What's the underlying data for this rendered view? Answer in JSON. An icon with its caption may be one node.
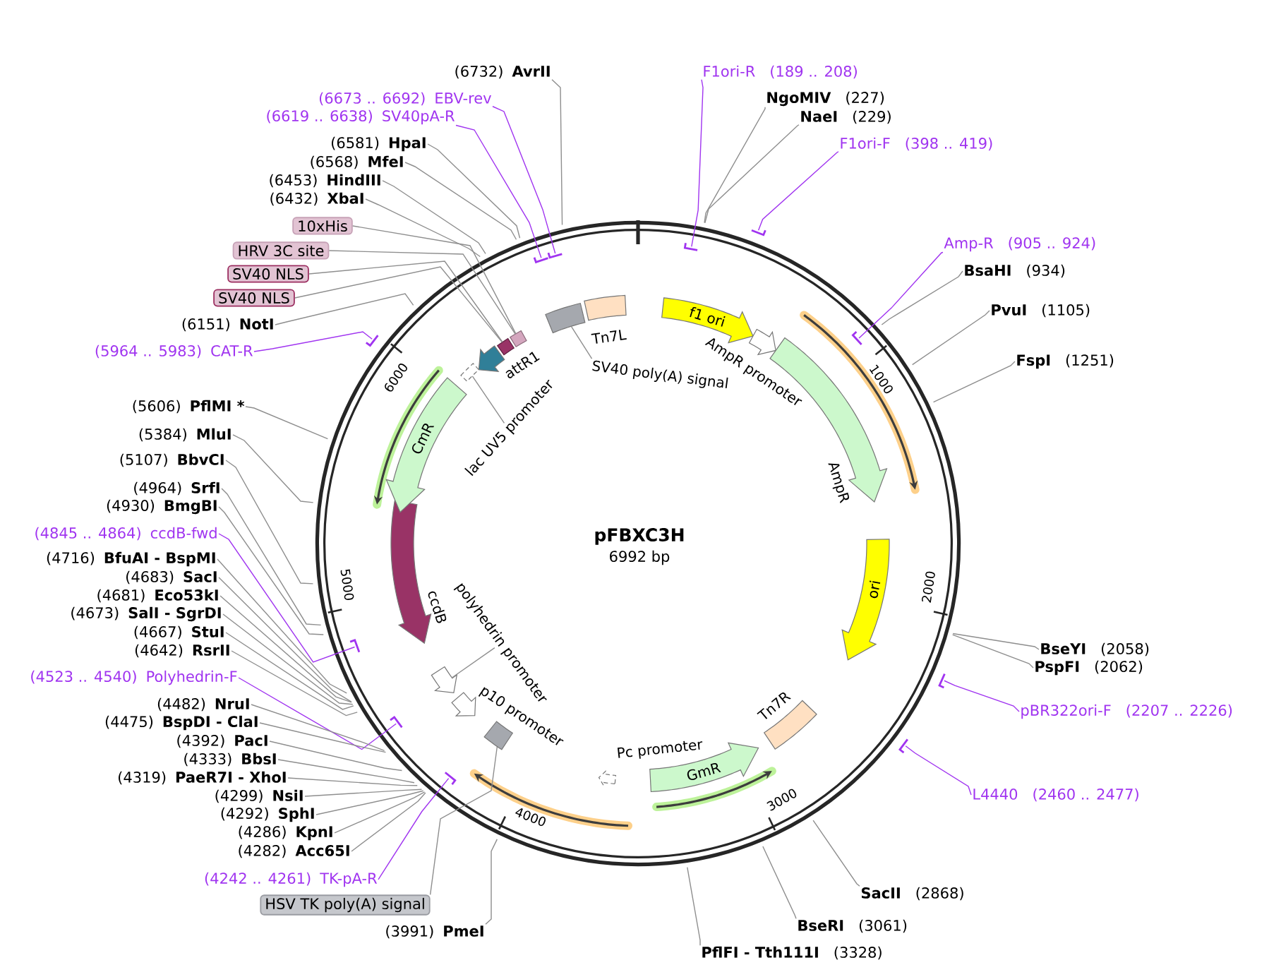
{
  "diagram": {
    "title": "pFBXC3H",
    "nodes": [
      {
        "text": [
          "(6732)",
          "AvrII"
        ]
      },
      {
        "text": [
          "(6673 .. 6692)",
          "EBV-rev"
        ]
      },
      {
        "text": [
          "(6619 .. 6638)",
          "SV40pA-R"
        ]
      },
      {
        "text": [
          "(6581)",
          "HpaI"
        ]
      },
      {
        "text": [
          "(6568)",
          "MfeI"
        ]
      },
      {
        "text": [
          "(6453)",
          "HindIII"
        ]
      },
      {
        "text": [
          "(6432)",
          "XbaI"
        ]
      },
      {
        "text": [
          "10xHis"
        ]
      },
      {
        "text": [
          "HRV 3C site"
        ]
      },
      {
        "text": [
          "SV40 NLS"
        ]
      },
      {
        "text": [
          "SV40 NLS"
        ]
      },
      {
        "text": [
          "(6151)",
          "NotI"
        ]
      },
      {
        "text": [
          "(5964 .. 5983)",
          "CAT-R"
        ]
      },
      {
        "text": [
          "(5606)",
          "PflMI *"
        ]
      },
      {
        "text": [
          "(5384)",
          "MluI"
        ]
      },
      {
        "text": [
          "(5107)",
          "BbvCI"
        ]
      },
      {
        "text": [
          "(4964)",
          "SrfI"
        ]
      },
      {
        "text": [
          "(4930)",
          "BmgBI"
        ]
      },
      {
        "text": [
          "(4845 .. 4864)",
          "ccdB-fwd"
        ]
      },
      {
        "text": [
          "(4716)",
          "BfuAI - BspMI"
        ]
      },
      {
        "text": [
          "(4683)",
          "SacI"
        ]
      },
      {
        "text": [
          "(4681)",
          "Eco53kI"
        ]
      },
      {
        "text": [
          "(4673)",
          "SalI - SgrDI"
        ]
      },
      {
        "text": [
          "(4667)",
          "StuI"
        ]
      },
      {
        "text": [
          "(4642)",
          "RsrII"
        ]
      },
      {
        "text": [
          "(4523 .. 4540)",
          "Polyhedrin-F"
        ]
      },
      {
        "text": [
          "(4482)",
          "NruI"
        ]
      },
      {
        "text": [
          "(4475)",
          "BspDI - ClaI"
        ]
      },
      {
        "text": [
          "(4392)",
          "PacI"
        ]
      },
      {
        "text": [
          "(4333)",
          "BbsI"
        ]
      },
      {
        "text": [
          "(4319)",
          "PaeR7I - XhoI"
        ]
      },
      {
        "text": [
          "(4299)",
          "NsiI"
        ]
      },
      {
        "text": [
          "(4292)",
          "SphI"
        ]
      },
      {
        "text": [
          "(4286)",
          "KpnI"
        ]
      },
      {
        "text": [
          "(4282)",
          "Acc65I"
        ]
      },
      {
        "text": [
          "(4242 .. 4261)",
          "TK-pA-R"
        ]
      },
      {
        "text": [
          "HSV TK poly(A) signal"
        ]
      },
      {
        "text": [
          "(3991)",
          "PmeI"
        ]
      },
      {
        "text": [
          "F1ori-R",
          "(189 .. 208)"
        ]
      },
      {
        "text": [
          "NgoMIV",
          "(227)"
        ]
      },
      {
        "text": [
          "NaeI",
          "(229)"
        ]
      },
      {
        "text": [
          "F1ori-F",
          "(398 .. 419)"
        ]
      },
      {
        "text": [
          "Amp-R",
          "(905 .. 924)"
        ]
      },
      {
        "text": [
          "BsaHI",
          "(934)"
        ]
      },
      {
        "text": [
          "PvuI",
          "(1105)"
        ]
      },
      {
        "text": [
          "FspI",
          "(1251)"
        ]
      },
      {
        "text": [
          "BseYI",
          "(2058)"
        ]
      },
      {
        "text": [
          "PspFI",
          "(2062)"
        ]
      },
      {
        "text": [
          "pBR322ori-F",
          "(2207 .. 2226)"
        ]
      },
      {
        "text": [
          "L4440",
          "(2460 .. 2477)"
        ]
      },
      {
        "text": [
          "SacII",
          "(2868)"
        ]
      },
      {
        "text": [
          "BseRI",
          "(3061)"
        ]
      },
      {
        "text": [
          "PflFI - Tth111I",
          "(3328)"
        ]
      },
      {
        "text": [
          "f1 ori"
        ]
      },
      {
        "text": [
          "AmpR promoter"
        ]
      },
      {
        "text": [
          "AmpR"
        ]
      },
      {
        "text": [
          "ori"
        ]
      },
      {
        "text": [
          "Tn7R"
        ]
      },
      {
        "text": [
          "GmR"
        ]
      },
      {
        "text": [
          "Pc promoter"
        ]
      },
      {
        "text": [],
        "shape": "box"
      },
      {
        "text": [
          "p10 promoter"
        ]
      },
      {
        "text": [
          "polyhedrin promoter"
        ]
      },
      {
        "text": [
          "ccdB"
        ]
      },
      {
        "text": [
          "CmR"
        ]
      },
      {
        "text": [
          "lac UV5 promoter"
        ]
      },
      {
        "text": [
          "attR1"
        ]
      },
      {
        "text": [],
        "shape": "box"
      },
      {
        "text": [],
        "shape": "box"
      },
      {
        "text": [
          "SV40 poly(A) signal"
        ]
      },
      {
        "text": [
          "Tn7L"
        ]
      },
      {
        "text": [],
        "shape": "box"
      },
      {
        "text": [],
        "shape": "box"
      },
      {
        "text": [],
        "shape": "arrow"
      },
      {
        "text": [],
        "shape": "bar"
      },
      {
        "text": [],
        "shape": "bar"
      },
      {
        "text": [],
        "shape": "bar"
      },
      {
        "text": [],
        "shape": "bar"
      },
      {
        "text": [],
        "shape": "bar"
      },
      {
        "text": [],
        "shape": "bar"
      },
      {
        "text": [],
        "shape": "bar"
      },
      {
        "text": [],
        "shape": "bar"
      },
      {
        "text": [],
        "shape": "bar"
      },
      {
        "text": [],
        "shape": "bar"
      },
      {
        "text": [],
        "shape": "bar"
      }
    ],
    "edges": [
      {
        "from": 0,
        "to": null,
        "arrow": "none"
      },
      {
        "from": 1,
        "to": 74,
        "arrow": "none",
        "color": "#a034f0"
      },
      {
        "from": 2,
        "to": 77,
        "arrow": "none",
        "color": "#a034f0"
      },
      {
        "from": 3,
        "to": null,
        "arrow": "none"
      },
      {
        "from": 4,
        "to": null,
        "arrow": "none"
      },
      {
        "from": 5,
        "to": null,
        "arrow": "none"
      },
      {
        "from": 6,
        "to": null,
        "arrow": "none"
      },
      {
        "from": 7,
        "to": 68,
        "arrow": "none"
      },
      {
        "from": 8,
        "to": 68,
        "arrow": "none"
      },
      {
        "from": 9,
        "to": 67,
        "arrow": "none"
      },
      {
        "from": 10,
        "to": 67,
        "arrow": "none"
      },
      {
        "from": 11,
        "to": null,
        "arrow": "none"
      },
      {
        "from": 12,
        "to": 79,
        "arrow": "none",
        "color": "#a034f0"
      },
      {
        "from": 13,
        "to": null,
        "arrow": "none"
      },
      {
        "from": 14,
        "to": null,
        "arrow": "none"
      },
      {
        "from": 15,
        "to": null,
        "arrow": "none"
      },
      {
        "from": 16,
        "to": null,
        "arrow": "none"
      },
      {
        "from": 17,
        "to": null,
        "arrow": "none"
      },
      {
        "from": 18,
        "to": 80,
        "arrow": "none",
        "color": "#a034f0"
      },
      {
        "from": 19,
        "to": null,
        "arrow": "none"
      },
      {
        "from": 20,
        "to": null,
        "arrow": "none"
      },
      {
        "from": 21,
        "to": null,
        "arrow": "none"
      },
      {
        "from": 22,
        "to": null,
        "arrow": "none"
      },
      {
        "from": 23,
        "to": null,
        "arrow": "none"
      },
      {
        "from": 24,
        "to": null,
        "arrow": "none"
      },
      {
        "from": 25,
        "to": 82,
        "arrow": "none",
        "color": "#a034f0"
      },
      {
        "from": 26,
        "to": null,
        "arrow": "none"
      },
      {
        "from": 27,
        "to": null,
        "arrow": "none"
      },
      {
        "from": 28,
        "to": null,
        "arrow": "none"
      },
      {
        "from": 29,
        "to": null,
        "arrow": "none"
      },
      {
        "from": 30,
        "to": null,
        "arrow": "none"
      },
      {
        "from": 31,
        "to": null,
        "arrow": "none"
      },
      {
        "from": 32,
        "to": null,
        "arrow": "none"
      },
      {
        "from": 33,
        "to": null,
        "arrow": "none"
      },
      {
        "from": 34,
        "to": null,
        "arrow": "none"
      },
      {
        "from": 35,
        "to": 84,
        "arrow": "none",
        "color": "#a034f0"
      },
      {
        "from": 36,
        "to": 60,
        "arrow": "none"
      },
      {
        "from": 37,
        "to": null,
        "arrow": "none"
      },
      {
        "from": 38,
        "to": 76,
        "arrow": "none",
        "color": "#a034f0"
      },
      {
        "from": 39,
        "to": null,
        "arrow": "none"
      },
      {
        "from": 40,
        "to": null,
        "arrow": "none"
      },
      {
        "from": 41,
        "to": 75,
        "arrow": "none",
        "color": "#a034f0"
      },
      {
        "from": 42,
        "to": 78,
        "arrow": "none",
        "color": "#a034f0"
      },
      {
        "from": 43,
        "to": null,
        "arrow": "none"
      },
      {
        "from": 44,
        "to": null,
        "arrow": "none"
      },
      {
        "from": 45,
        "to": null,
        "arrow": "none"
      },
      {
        "from": 46,
        "to": null,
        "arrow": "none"
      },
      {
        "from": 47,
        "to": null,
        "arrow": "none"
      },
      {
        "from": 48,
        "to": 81,
        "arrow": "none",
        "color": "#a034f0"
      },
      {
        "from": 49,
        "to": 83,
        "arrow": "none",
        "color": "#a034f0"
      },
      {
        "from": 50,
        "to": null,
        "arrow": "none"
      },
      {
        "from": 51,
        "to": null,
        "arrow": "none"
      },
      {
        "from": 52,
        "to": null,
        "arrow": "none"
      },
      {
        "from": 62,
        "to": 73,
        "arrow": "none"
      },
      {
        "from": 65,
        "to": 72,
        "arrow": "none"
      },
      {
        "from": 69,
        "to": 71,
        "arrow": "none"
      }
    ],
    "labels": [
      "6992 bp",
      "1000",
      "2000",
      "3000",
      "4000",
      "5000",
      "6000"
    ]
  }
}
